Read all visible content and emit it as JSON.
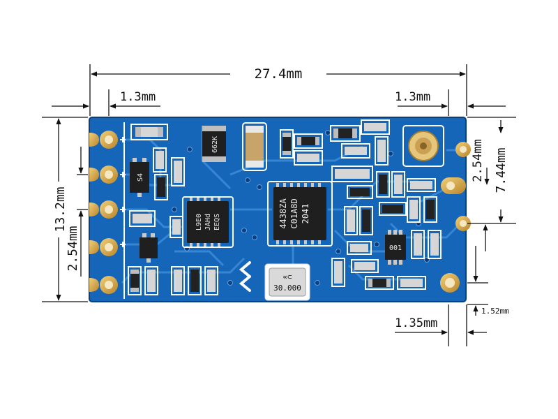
{
  "dimensions": {
    "total_length": "27.4mm",
    "left_offset": "1.3mm",
    "right_offset": "1.3mm",
    "total_height": "13.2mm",
    "left_pin_pitch": "2.54mm",
    "right_pin_pitch": "2.54mm",
    "right_span": "7.44mm",
    "bottom_offset": "1.35mm",
    "corner_offset": "1.52mm"
  },
  "board": {
    "colors": {
      "pcb": "#1565b8",
      "pcb_dark": "#0f4c94",
      "trace": "#3b8ad8",
      "pad": "#d7a94a",
      "silk": "#ffffff",
      "chip": "#1f1f1f"
    },
    "markings": {
      "main_chip_line1": "4438ZA",
      "main_chip_line2": "C01A8D",
      "main_chip_line3": "2041",
      "mcu_line1": "L9E0",
      "mcu_line2": "JAHd",
      "mcu_line3": "EEQS",
      "crystal_logo": "«⊂",
      "crystal_freq": "30.000",
      "resistor": "662K",
      "transistor": "S4",
      "regulator": "001"
    }
  }
}
